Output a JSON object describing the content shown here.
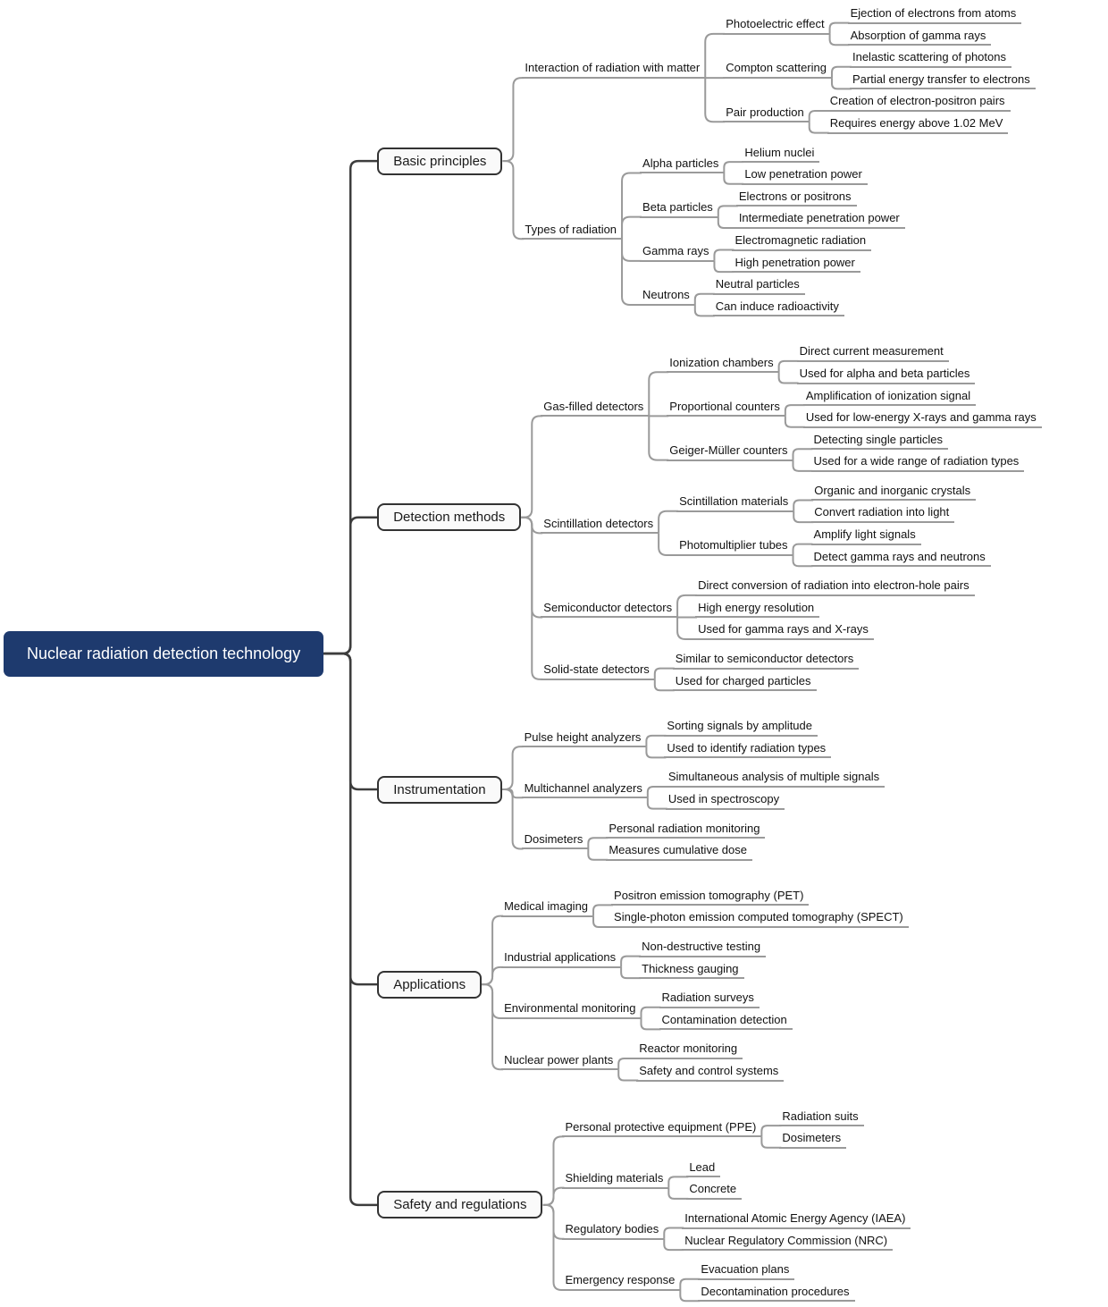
{
  "colors": {
    "root_node_bg": "#1e3a6e",
    "root_node_text": "#ffffff",
    "branch_box_bg": "#fafafa",
    "branch_box_border": "#333333",
    "link_gray": "#9a9a9a",
    "link_dark": "#3d3d3d"
  },
  "root": {
    "label": "Nuclear radiation detection technology",
    "children": [
      {
        "label": "Basic principles",
        "children": [
          {
            "label": "Interaction of radiation with matter",
            "children": [
              {
                "label": "Photoelectric effect",
                "children": [
                  {
                    "label": "Ejection of electrons from atoms"
                  },
                  {
                    "label": "Absorption of gamma rays"
                  }
                ]
              },
              {
                "label": "Compton scattering",
                "children": [
                  {
                    "label": "Inelastic scattering of photons"
                  },
                  {
                    "label": "Partial energy transfer to electrons"
                  }
                ]
              },
              {
                "label": "Pair production",
                "children": [
                  {
                    "label": "Creation of electron-positron pairs"
                  },
                  {
                    "label": "Requires energy above 1.02 MeV"
                  }
                ]
              }
            ]
          },
          {
            "label": "Types of radiation",
            "children": [
              {
                "label": "Alpha particles",
                "children": [
                  {
                    "label": "Helium nuclei"
                  },
                  {
                    "label": "Low penetration power"
                  }
                ]
              },
              {
                "label": "Beta particles",
                "children": [
                  {
                    "label": "Electrons or positrons"
                  },
                  {
                    "label": "Intermediate penetration power"
                  }
                ]
              },
              {
                "label": "Gamma rays",
                "children": [
                  {
                    "label": "Electromagnetic radiation"
                  },
                  {
                    "label": "High penetration power"
                  }
                ]
              },
              {
                "label": "Neutrons",
                "children": [
                  {
                    "label": "Neutral particles"
                  },
                  {
                    "label": "Can induce radioactivity"
                  }
                ]
              }
            ]
          }
        ]
      },
      {
        "label": "Detection methods",
        "children": [
          {
            "label": "Gas-filled detectors",
            "children": [
              {
                "label": "Ionization chambers",
                "children": [
                  {
                    "label": "Direct current measurement"
                  },
                  {
                    "label": "Used for alpha and beta particles"
                  }
                ]
              },
              {
                "label": "Proportional counters",
                "children": [
                  {
                    "label": "Amplification of ionization signal"
                  },
                  {
                    "label": "Used for low-energy X-rays and gamma rays"
                  }
                ]
              },
              {
                "label": "Geiger-Müller counters",
                "children": [
                  {
                    "label": "Detecting single particles"
                  },
                  {
                    "label": "Used for a wide range of radiation types"
                  }
                ]
              }
            ]
          },
          {
            "label": "Scintillation detectors",
            "children": [
              {
                "label": "Scintillation materials",
                "children": [
                  {
                    "label": "Organic and inorganic crystals"
                  },
                  {
                    "label": "Convert radiation into light"
                  }
                ]
              },
              {
                "label": "Photomultiplier tubes",
                "children": [
                  {
                    "label": "Amplify light signals"
                  },
                  {
                    "label": "Detect gamma rays and neutrons"
                  }
                ]
              }
            ]
          },
          {
            "label": "Semiconductor detectors",
            "children": [
              {
                "label": "Direct conversion of radiation into electron-hole pairs"
              },
              {
                "label": "High energy resolution"
              },
              {
                "label": "Used for gamma rays and X-rays"
              }
            ]
          },
          {
            "label": "Solid-state detectors",
            "children": [
              {
                "label": "Similar to semiconductor detectors"
              },
              {
                "label": "Used for charged particles"
              }
            ]
          }
        ]
      },
      {
        "label": "Instrumentation",
        "children": [
          {
            "label": "Pulse height analyzers",
            "children": [
              {
                "label": "Sorting signals by amplitude"
              },
              {
                "label": "Used to identify radiation types"
              }
            ]
          },
          {
            "label": "Multichannel analyzers",
            "children": [
              {
                "label": "Simultaneous analysis of multiple signals"
              },
              {
                "label": "Used in spectroscopy"
              }
            ]
          },
          {
            "label": "Dosimeters",
            "children": [
              {
                "label": "Personal radiation monitoring"
              },
              {
                "label": "Measures cumulative dose"
              }
            ]
          }
        ]
      },
      {
        "label": "Applications",
        "children": [
          {
            "label": "Medical imaging",
            "children": [
              {
                "label": "Positron emission tomography (PET)"
              },
              {
                "label": "Single-photon emission computed tomography (SPECT)"
              }
            ]
          },
          {
            "label": "Industrial applications",
            "children": [
              {
                "label": "Non-destructive testing"
              },
              {
                "label": "Thickness gauging"
              }
            ]
          },
          {
            "label": "Environmental monitoring",
            "children": [
              {
                "label": "Radiation surveys"
              },
              {
                "label": "Contamination detection"
              }
            ]
          },
          {
            "label": "Nuclear power plants",
            "children": [
              {
                "label": "Reactor monitoring"
              },
              {
                "label": "Safety and control systems"
              }
            ]
          }
        ]
      },
      {
        "label": "Safety and regulations",
        "children": [
          {
            "label": "Personal protective equipment (PPE)",
            "children": [
              {
                "label": "Radiation suits"
              },
              {
                "label": "Dosimeters"
              }
            ]
          },
          {
            "label": "Shielding materials",
            "children": [
              {
                "label": "Lead"
              },
              {
                "label": "Concrete"
              }
            ]
          },
          {
            "label": "Regulatory bodies",
            "children": [
              {
                "label": "International Atomic Energy Agency (IAEA)"
              },
              {
                "label": "Nuclear Regulatory Commission (NRC)"
              }
            ]
          },
          {
            "label": "Emergency response",
            "children": [
              {
                "label": "Evacuation plans"
              },
              {
                "label": "Decontamination procedures"
              }
            ]
          }
        ]
      }
    ]
  }
}
